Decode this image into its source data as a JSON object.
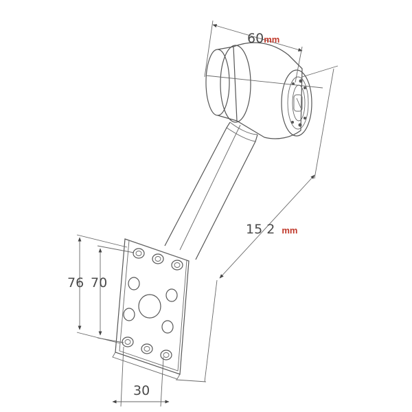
{
  "dimensions": {
    "top_width": {
      "value": "60",
      "unit": "mm"
    },
    "length": {
      "value": "15 2",
      "unit": "mm"
    },
    "plate_outer": {
      "value": "76"
    },
    "plate_inner": {
      "value": "70"
    },
    "plate_bottom": {
      "value": "30"
    }
  },
  "colors": {
    "unit_text": "#c0392b",
    "dimension_text": "#4a4a4a",
    "line": "#555555"
  }
}
